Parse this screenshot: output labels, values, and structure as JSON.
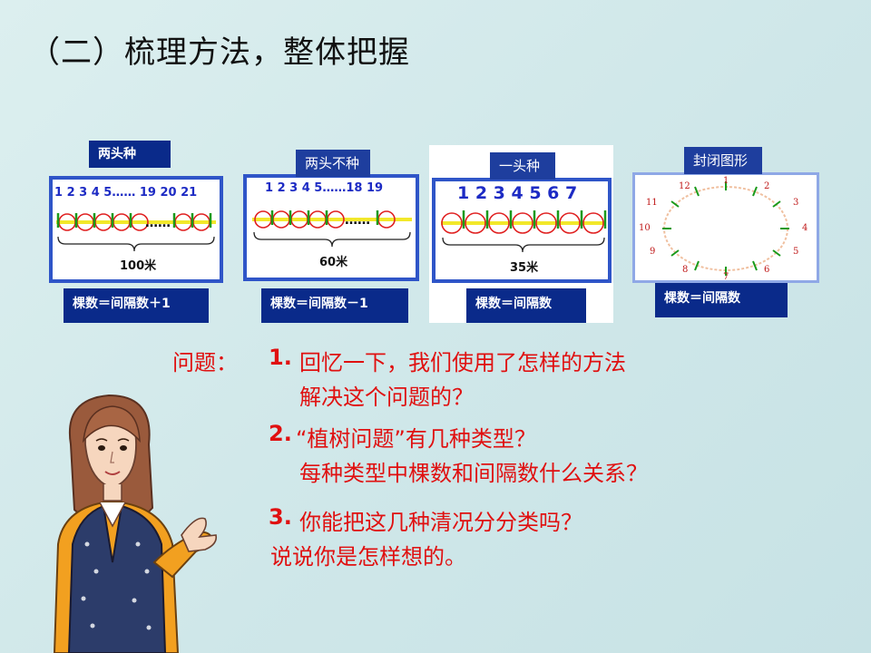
{
  "title": "（二）梳理方法，整体把握",
  "panels": [
    {
      "tag": "两头种",
      "numbers": "1  2  3  4  5……  19  20  21",
      "distance": "100米",
      "formula": "棵数＝间隔数＋1"
    },
    {
      "tag": "两头不种",
      "numbers": "1  2  3  4  5……18  19",
      "distance": "60米",
      "formula": "棵数＝间隔数－1"
    },
    {
      "tag": "一头种",
      "numbers": "1  2  3  4  5  6  7",
      "distance": "35米",
      "formula": "棵数＝间隔数"
    },
    {
      "tag": "封闭图形",
      "clock": [
        "1",
        "2",
        "3",
        "4",
        "5",
        "6",
        "7",
        "8",
        "9",
        "10",
        "11",
        "12"
      ],
      "formula": "棵数＝间隔数"
    }
  ],
  "questions": {
    "label": "问题：",
    "q1_num": "1.",
    "q1_line1": "回忆一下，我们使用了怎样的方法",
    "q1_line2": "解决这个问题的？",
    "q2_num": "2.",
    "q2_line1": "“植树问题”有几种类型？",
    "q2_line2": "每种类型中棵数和间隔数什么关系？",
    "q3_num": "3.",
    "q3_line1": "你能把这几种清况分分类吗？",
    "q3_line2": "说说你是怎样想的。"
  },
  "colors": {
    "accent": "#e01010",
    "tag_bg": "#0a2a8a",
    "border": "#2f55c8"
  }
}
